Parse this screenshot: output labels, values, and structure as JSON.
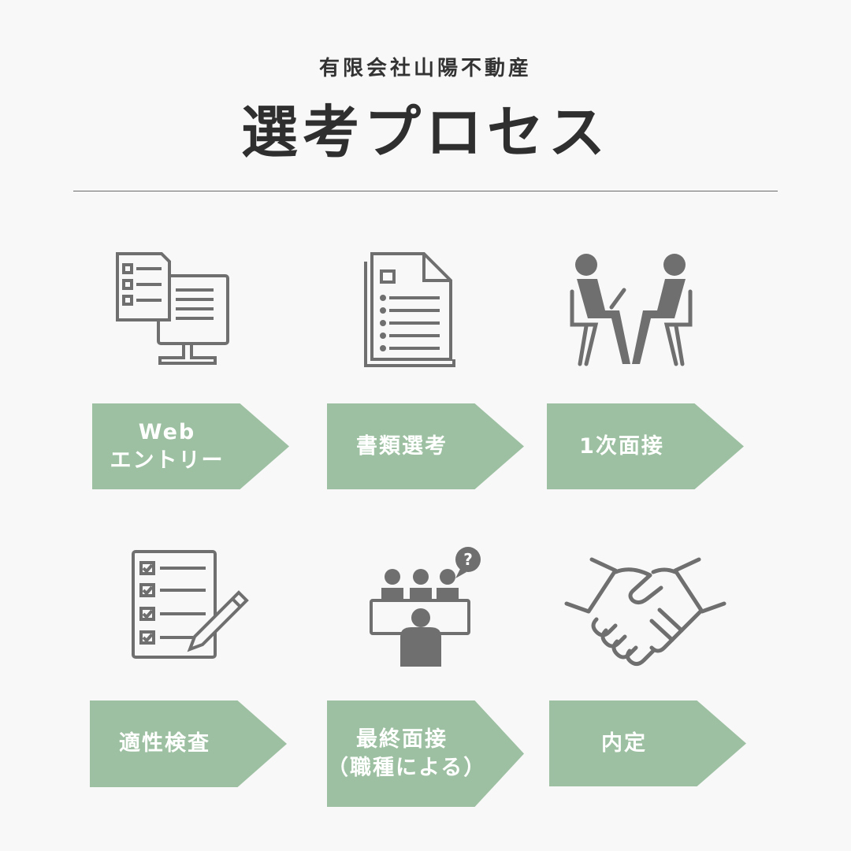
{
  "header": {
    "company": "有限会社山陽不動産",
    "title": "選考プロセス"
  },
  "steps": [
    {
      "label": "Web\nエントリー",
      "icon": "computer-form-icon"
    },
    {
      "label": "書類選考",
      "icon": "documents-icon"
    },
    {
      "label": "1次面接",
      "icon": "interview-icon"
    },
    {
      "label": "適性検査",
      "icon": "checklist-pencil-icon"
    },
    {
      "label": "最終面接\n（職種による）",
      "icon": "panel-interview-icon"
    },
    {
      "label": "内定",
      "icon": "handshake-icon"
    }
  ],
  "colors": {
    "background": "#f8f8f8",
    "step_fill": "#9cc0a1",
    "icon_gray": "#6f6f6f"
  }
}
